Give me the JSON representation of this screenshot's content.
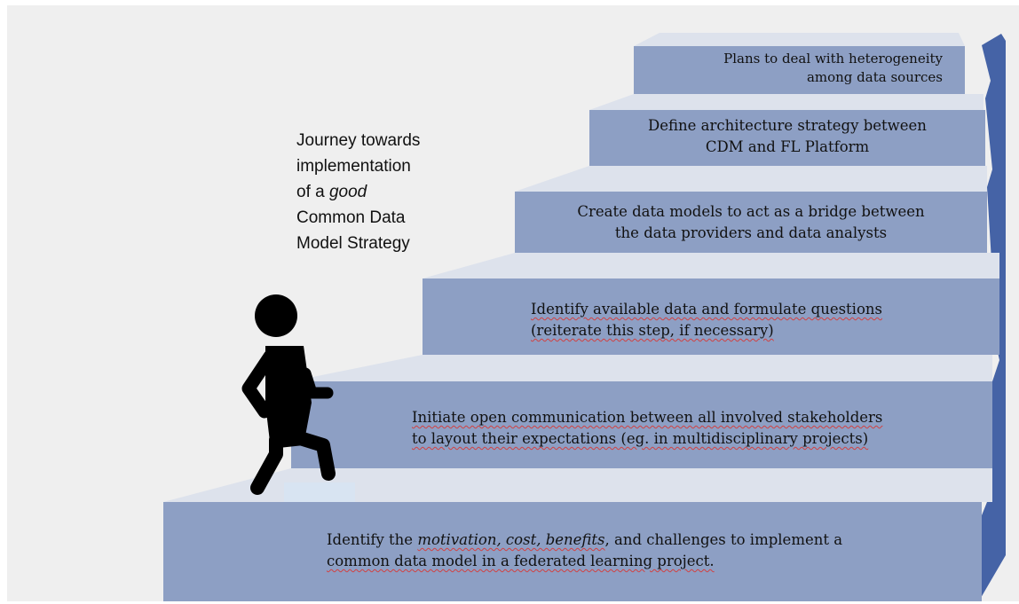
{
  "title": {
    "line1": "Journey towards",
    "line2": "implementation",
    "line3_prefix": "of a ",
    "line3_emph": "good",
    "line4": "Common Data",
    "line5": "Model Strategy"
  },
  "steps": [
    {
      "line1_prefix": "Identify the ",
      "line1_emph": "motivation, cost, benefits",
      "line1_suffix": ", and challenges to implement a",
      "line2": "common data model in a federated learning project."
    },
    {
      "line1": "Initiate open communication between all involved stakeholders",
      "line2": "to layout their expectations (eg. in multidisciplinary projects)"
    },
    {
      "line1": "Identify available data and formulate questions",
      "line2": "(reiterate this step, if necessary)"
    },
    {
      "line1": "Create data models to act as a bridge between",
      "line2": "the data providers and data analysts"
    },
    {
      "line1": "Define architecture strategy between",
      "line2": "CDM and FL Platform"
    },
    {
      "line1": "Plans to deal with heterogeneity",
      "line2": "among data sources"
    }
  ],
  "colors": {
    "step_front": "#8d9fc4",
    "step_top": "#dde2ec",
    "step_side": "#4563a6",
    "figure": "#000000",
    "background": "#efefef"
  },
  "icons": {
    "figure": "walking-person-icon"
  }
}
